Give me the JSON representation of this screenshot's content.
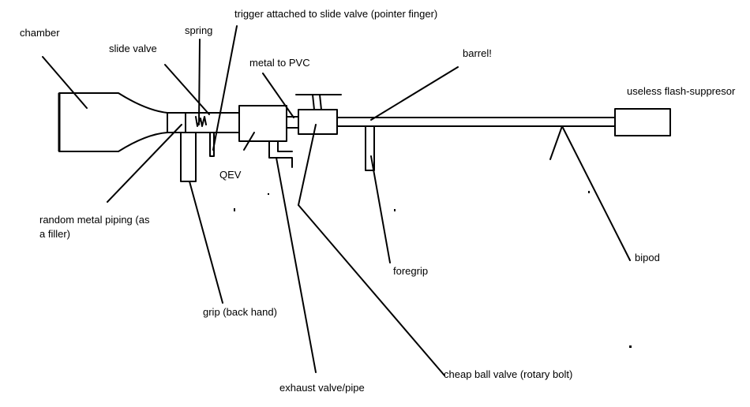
{
  "diagram": {
    "labels": {
      "chamber": "chamber",
      "spring": "spring",
      "trigger": "trigger attached to slide valve (pointer finger)",
      "slide_valve": "slide valve",
      "metal_to_pvc": "metal to PVC",
      "barrel": "barrel!",
      "flash_suppressor": "useless flash-suppresor",
      "qev": "QEV",
      "random_piping_line1": "random metal piping (as",
      "random_piping_line2": "a filler)",
      "foregrip": "foregrip",
      "bipod": "bipod",
      "grip": "grip (back hand)",
      "exhaust": "exhaust valve/pipe",
      "ball_valve": "cheap ball valve (rotary bolt)"
    }
  }
}
